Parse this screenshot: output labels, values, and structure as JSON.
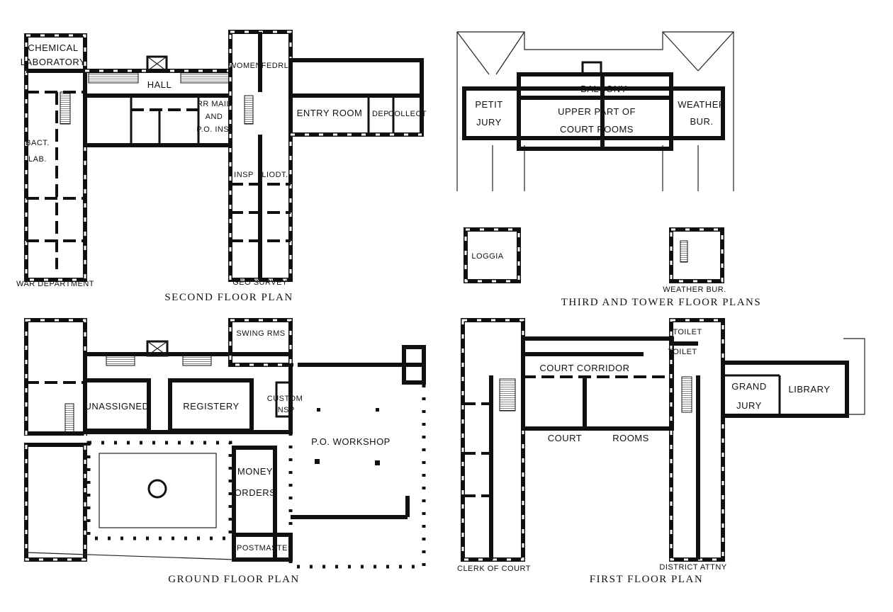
{
  "plans": {
    "second": {
      "title": "SECOND FLOOR PLAN",
      "rooms": {
        "chem1": "CHEMICAL",
        "chem2": "LABORATORY",
        "hall": "HALL",
        "rr1": "RR MAIL",
        "rr2": "AND",
        "rr3": "P.O. INS.",
        "women": "WOMEN",
        "fedrl": "FEDRL",
        "entry": "ENTRY ROOM",
        "dep": "DEP",
        "collect": "COLLECT",
        "bact1": "BACT.",
        "bact2": "LAB.",
        "insp": "INSP",
        "liodt": "LIODT.",
        "war": "WAR DEPARTMENT",
        "geo": "GEO SURVEY"
      }
    },
    "third": {
      "title": "THIRD AND TOWER FLOOR PLANS",
      "rooms": {
        "petit1": "PETIT",
        "petit2": "JURY",
        "balcony": "BALCONY",
        "upper1": "UPPER PART OF",
        "upper2": "COURT ROOMS",
        "weather1": "WEATHER",
        "weather2": "BUR.",
        "loggia": "LOGGIA",
        "tower": "WEATHER BUR."
      }
    },
    "ground": {
      "title": "GROUND FLOOR PLAN",
      "rooms": {
        "swing": "SWING RMS",
        "unassigned": "UNASSIGNED",
        "registery": "REGISTERY",
        "custom1": "CUSTOM",
        "custom2": "INSP",
        "workshop": "P.O. WORKSHOP",
        "money1": "MONEY",
        "money2": "ORDERS",
        "post": "POST",
        "master": "MASTER"
      }
    },
    "first": {
      "title": "FIRST FLOOR PLAN",
      "rooms": {
        "toilet1": "TOILET",
        "toilet2": "TOILET",
        "corridor": "COURT CORRIDOR",
        "court": "COURT",
        "rooms": "ROOMS",
        "grand": "GRAND",
        "jury": "JURY",
        "library": "LIBRARY",
        "clerk": "CLERK OF COURT",
        "attny": "DISTRICT ATTNY"
      }
    }
  }
}
